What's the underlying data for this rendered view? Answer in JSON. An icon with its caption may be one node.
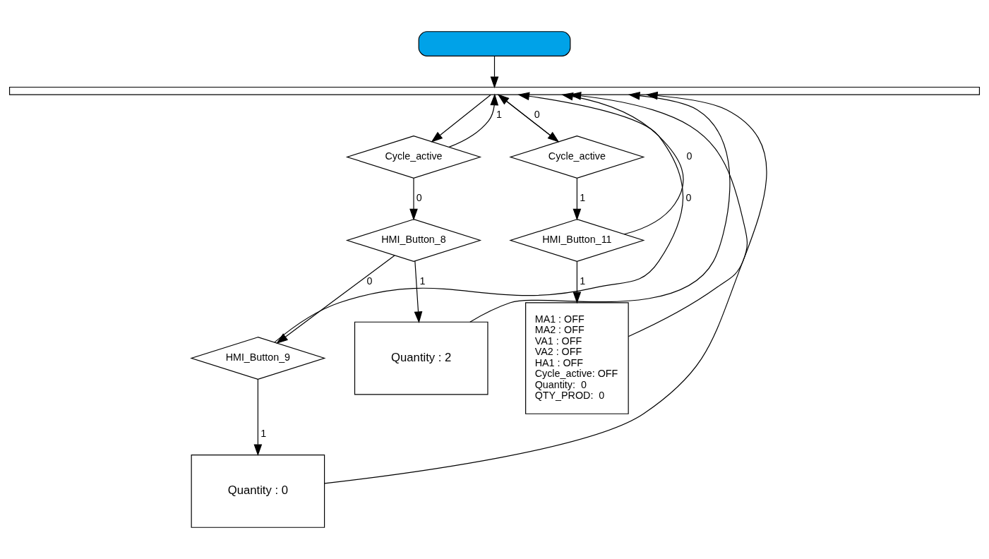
{
  "diagram": {
    "nodes": [
      {
        "text": [],
        "shape": "box"
      },
      {
        "text": [],
        "shape": "bar"
      },
      {
        "text": [
          "Cycle_active"
        ]
      },
      {
        "text": [
          "HMI_Button_8"
        ]
      },
      {
        "text": [
          "HMI_Button_9"
        ]
      },
      {
        "text": [
          "Quantity : 2"
        ]
      },
      {
        "text": [
          "Quantity : 0"
        ]
      },
      {
        "text": [
          "Cycle_active"
        ]
      },
      {
        "text": [
          "HMI_Button_11"
        ]
      },
      {
        "text": [
          "MA1 : OFF",
          "MA2 : OFF",
          "VA1 : OFF",
          "VA2 : OFF",
          "HA1 : OFF",
          "Cycle_active: OFF",
          "Quantity:  0",
          "QTY_PROD:  0"
        ]
      }
    ],
    "edges": [
      {
        "from": 0,
        "to": 1,
        "arrow": "to"
      },
      {
        "from": 1,
        "to": 2,
        "arrow": "to"
      },
      {
        "from": 2,
        "to": 1,
        "arrow": "to",
        "label": "1"
      },
      {
        "from": 2,
        "to": 3,
        "arrow": "to",
        "label": "0"
      },
      {
        "from": 3,
        "to": 4,
        "arrow": "to",
        "label": "0"
      },
      {
        "from": 3,
        "to": 5,
        "arrow": "to",
        "label": "1"
      },
      {
        "from": 4,
        "to": 1,
        "arrow": "to",
        "label": "0"
      },
      {
        "from": 4,
        "to": 6,
        "arrow": "to",
        "label": "1"
      },
      {
        "from": 5,
        "to": 1,
        "arrow": "to"
      },
      {
        "from": 6,
        "to": 1,
        "arrow": "to"
      },
      {
        "from": 1,
        "to": 7,
        "arrow": "to"
      },
      {
        "from": 7,
        "to": 1,
        "arrow": "to",
        "label": "0"
      },
      {
        "from": 7,
        "to": 8,
        "arrow": "to",
        "label": "1"
      },
      {
        "from": 8,
        "to": 1,
        "arrow": "to",
        "label": "0"
      },
      {
        "from": 8,
        "to": 9,
        "arrow": "to",
        "label": "1"
      },
      {
        "from": 9,
        "to": 1,
        "arrow": "to"
      }
    ]
  }
}
